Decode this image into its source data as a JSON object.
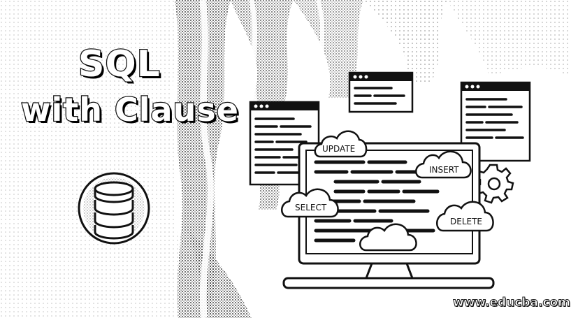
{
  "title": {
    "line1": "SQL",
    "line2": "with Clause"
  },
  "clouds": {
    "update": "UPDATE",
    "insert": "INSERT",
    "select": "SELECT",
    "delete": "DELETE"
  },
  "watermark": "www.educba.com",
  "icons": {
    "database": "database-icon",
    "monitor": "monitor-icon",
    "gear": "gear-icon"
  },
  "colors": {
    "ink": "#111111",
    "paper": "#ffffff"
  }
}
